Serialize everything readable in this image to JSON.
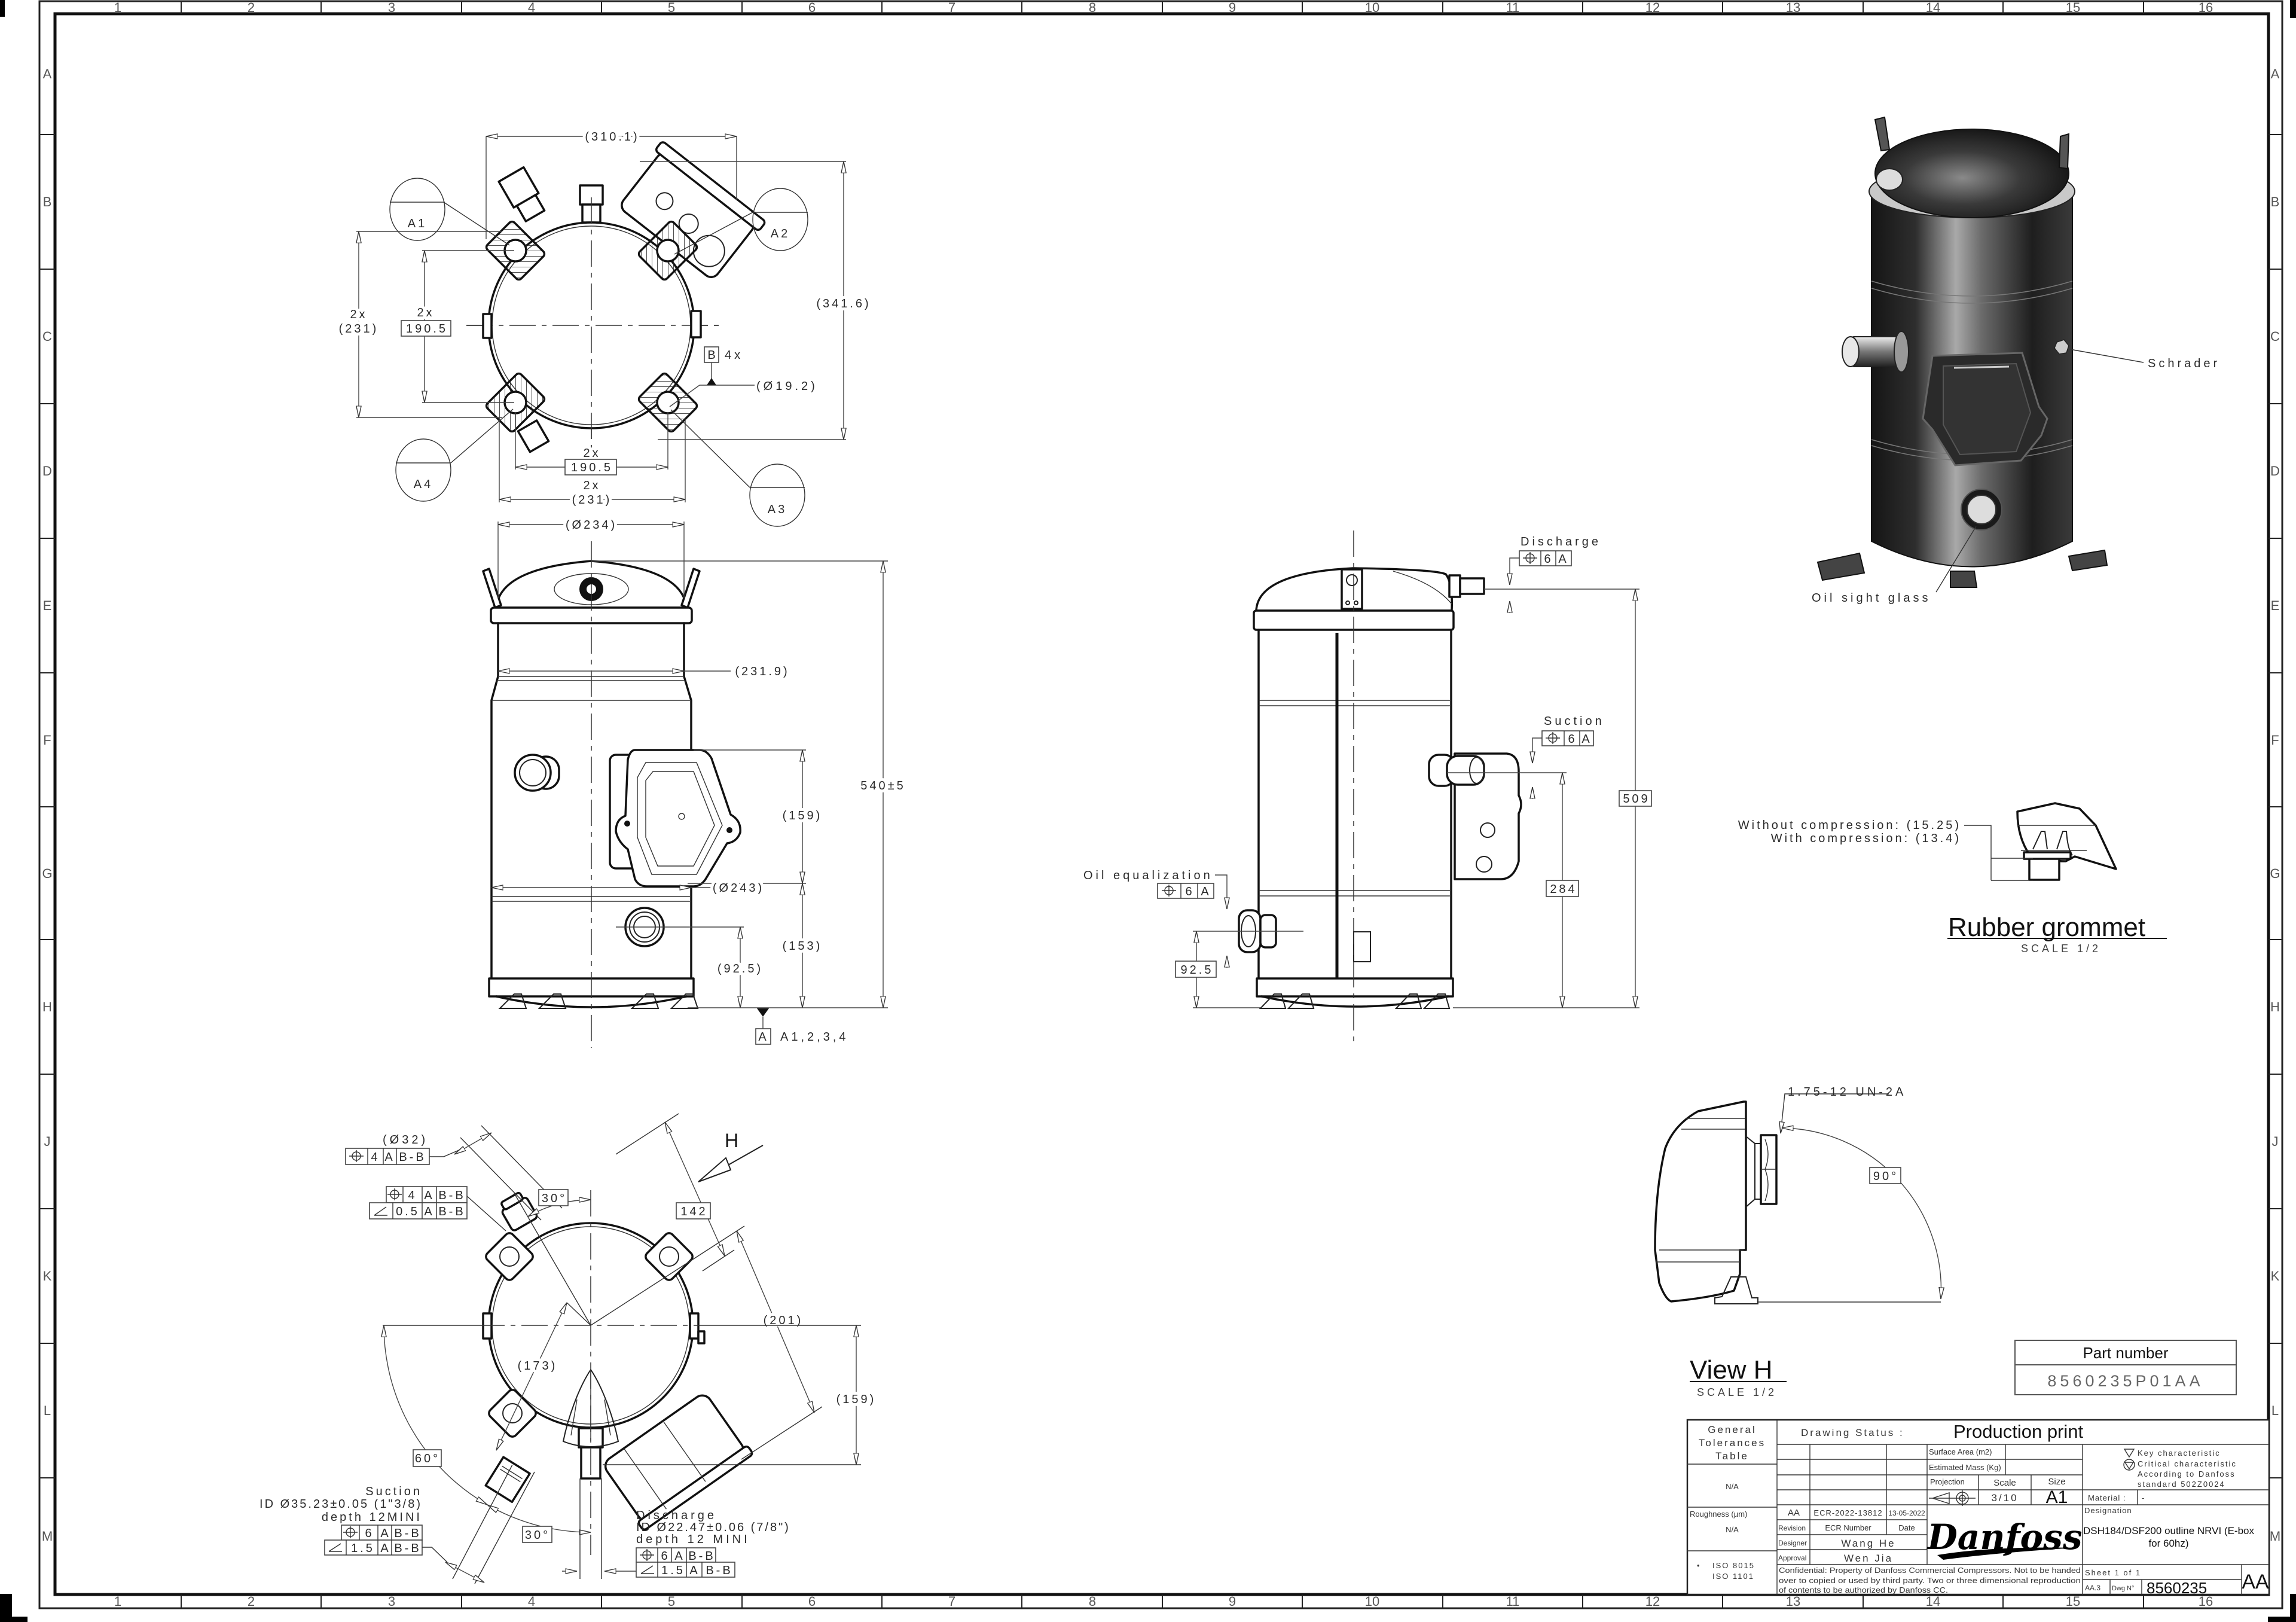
{
  "sheet": {
    "columns": [
      "1",
      "2",
      "3",
      "4",
      "5",
      "6",
      "7",
      "8",
      "9",
      "10",
      "11",
      "12",
      "13",
      "14",
      "15",
      "16"
    ],
    "rows": [
      "A",
      "B",
      "C",
      "D",
      "E",
      "F",
      "G",
      "H",
      "J",
      "K",
      "L",
      "M"
    ]
  },
  "top_view": {
    "overall_width": "(310.1)",
    "overall_depth": "(341.6)",
    "left_outer_qty": "2x",
    "left_outer": "(231)",
    "left_inner_qty": "2x",
    "left_inner": "190.5",
    "bottom_inner_qty": "2x",
    "bottom_inner": "190.5",
    "bottom_outer_qty": "2x",
    "bottom_outer": "(231)",
    "datum_b": "B",
    "datum_b_qty": "4x",
    "hole_diameter": "(Ø19.2)",
    "mount_points": [
      "A1",
      "A2",
      "A3",
      "A4"
    ]
  },
  "front_view": {
    "top_diameter": "(Ø234)",
    "shell_diameter": "(231.9)",
    "ebox_height": "(159)",
    "lower_diameter": "(Ø243)",
    "ebox_bottom_height": "(153)",
    "oil_glass_height": "(92.5)",
    "total_height": "540±5",
    "datum_a": "A",
    "datum_a_ref": "A1,2,3,4"
  },
  "side_view": {
    "discharge": {
      "label": "Discharge",
      "symbol": "position-icon",
      "tolerance": "6",
      "datum": "A"
    },
    "suction": {
      "label": "Suction",
      "symbol": "position-icon",
      "tolerance": "6",
      "datum": "A"
    },
    "oil_equalization": {
      "label": "Oil equalization",
      "symbol": "position-icon",
      "tolerance": "6",
      "datum": "A"
    },
    "discharge_height": "509",
    "suction_height": "284",
    "oil_eq_height": "92.5"
  },
  "iso_view": {
    "schrader_label": "Schrader",
    "oil_sight_glass_label": "Oil sight glass"
  },
  "rubber_grommet": {
    "without_compression": "Without compression: (15.25)",
    "with_compression": "With compression: (13.4)",
    "title": "Rubber grommet",
    "scale": "SCALE 1/2"
  },
  "view_h": {
    "thread": "1.75-12 UN-2A",
    "angle": "90°",
    "title": "View H",
    "scale": "SCALE 1/2"
  },
  "bottom_view": {
    "view_arrow_label": "H",
    "oil_dia": "(Ø32)",
    "fcf_oil": {
      "symbol": "position-icon",
      "tolerance": "4",
      "datum1": "A",
      "datum2": "B-B"
    },
    "fcf_oil2_position": {
      "symbol": "position-icon",
      "tolerance": "4",
      "datum1": "A",
      "datum2": "B-B"
    },
    "fcf_oil2_angularity": {
      "symbol": "angularity-icon",
      "tolerance": "0.5",
      "datum1": "A",
      "datum2": "B-B"
    },
    "angle_top": "30°",
    "dim_142": "142",
    "dim_201": "(201)",
    "dim_173": "(173)",
    "dim_159": "(159)",
    "angle_60": "60°",
    "angle_bottom": "30°",
    "suction": {
      "label": "Suction",
      "spec": "ID Ø35.23±0.05 (1\"3/8)",
      "depth": "depth 12MINI",
      "fcf_position": {
        "symbol": "position-icon",
        "tolerance": "6",
        "datum1": "A",
        "datum2": "B-B"
      },
      "fcf_angularity": {
        "symbol": "angularity-icon",
        "tolerance": "1.5",
        "datum1": "A",
        "datum2": "B-B"
      }
    },
    "discharge": {
      "label": "Discharge",
      "spec": "ID Ø22.47±0.06 (7/8\")",
      "depth": "depth 12 MINI",
      "fcf_position": {
        "symbol": "position-icon",
        "tolerance": "6",
        "datum1": "A",
        "datum2": "B-B"
      },
      "fcf_angularity": {
        "symbol": "angularity-icon",
        "tolerance": "1.5",
        "datum1": "A",
        "datum2": "B-B"
      }
    }
  },
  "part_number": {
    "label": "Part number",
    "value": "8560235P01AA"
  },
  "title_block": {
    "general_tolerances": [
      "General",
      "Tolerances",
      "Table"
    ],
    "general_tolerances_value": "N/A",
    "roughness_label": "Roughness (µm)",
    "roughness_value": "N/A",
    "standards_bullet": "•",
    "standards": [
      "ISO 8015",
      "ISO 1101"
    ],
    "drawing_status_label": "Drawing Status :",
    "drawing_status": "Production print",
    "surface_area_label": "Surface Area (m2)",
    "estimated_mass_label": "Estimated Mass (Kg)",
    "projection_label": "Projection",
    "scale_label": "Scale",
    "scale": "3/10",
    "size_label": "Size",
    "size": "A1",
    "key_characteristics": [
      "Key characteristic",
      "Critical characteristic",
      "According to Danfoss",
      "standard 502Z0024"
    ],
    "material_label": "Material :",
    "material": "-",
    "designation_label": "Designation",
    "designation_lines": [
      "DSH184/DSF200 outline NRVI (E-box",
      "for 60hz)"
    ],
    "revision_row": {
      "revision": "AA",
      "ecr": "ECR-2022-13812",
      "date": "13-05-2022"
    },
    "revision_headers": {
      "revision": "Revision",
      "ecr": "ECR Number",
      "date": "Date"
    },
    "designer_label": "Designer",
    "designer": "Wang He",
    "approval_label": "Approval",
    "approval": "Wen Jia",
    "logo": "Danfoss",
    "confidential": [
      "Confidential: Property of Danfoss Commercial Compressors. Not to be handed",
      "over to copied or used by third party. Two or three dimensional reproduction",
      "of contents to be authorized by Danfoss CC."
    ],
    "sheet": "Sheet 1 of 1",
    "format": "AA.3",
    "dwg_label": "Dwg N°",
    "dwg_number": "8560235",
    "revision_big": "AA"
  }
}
